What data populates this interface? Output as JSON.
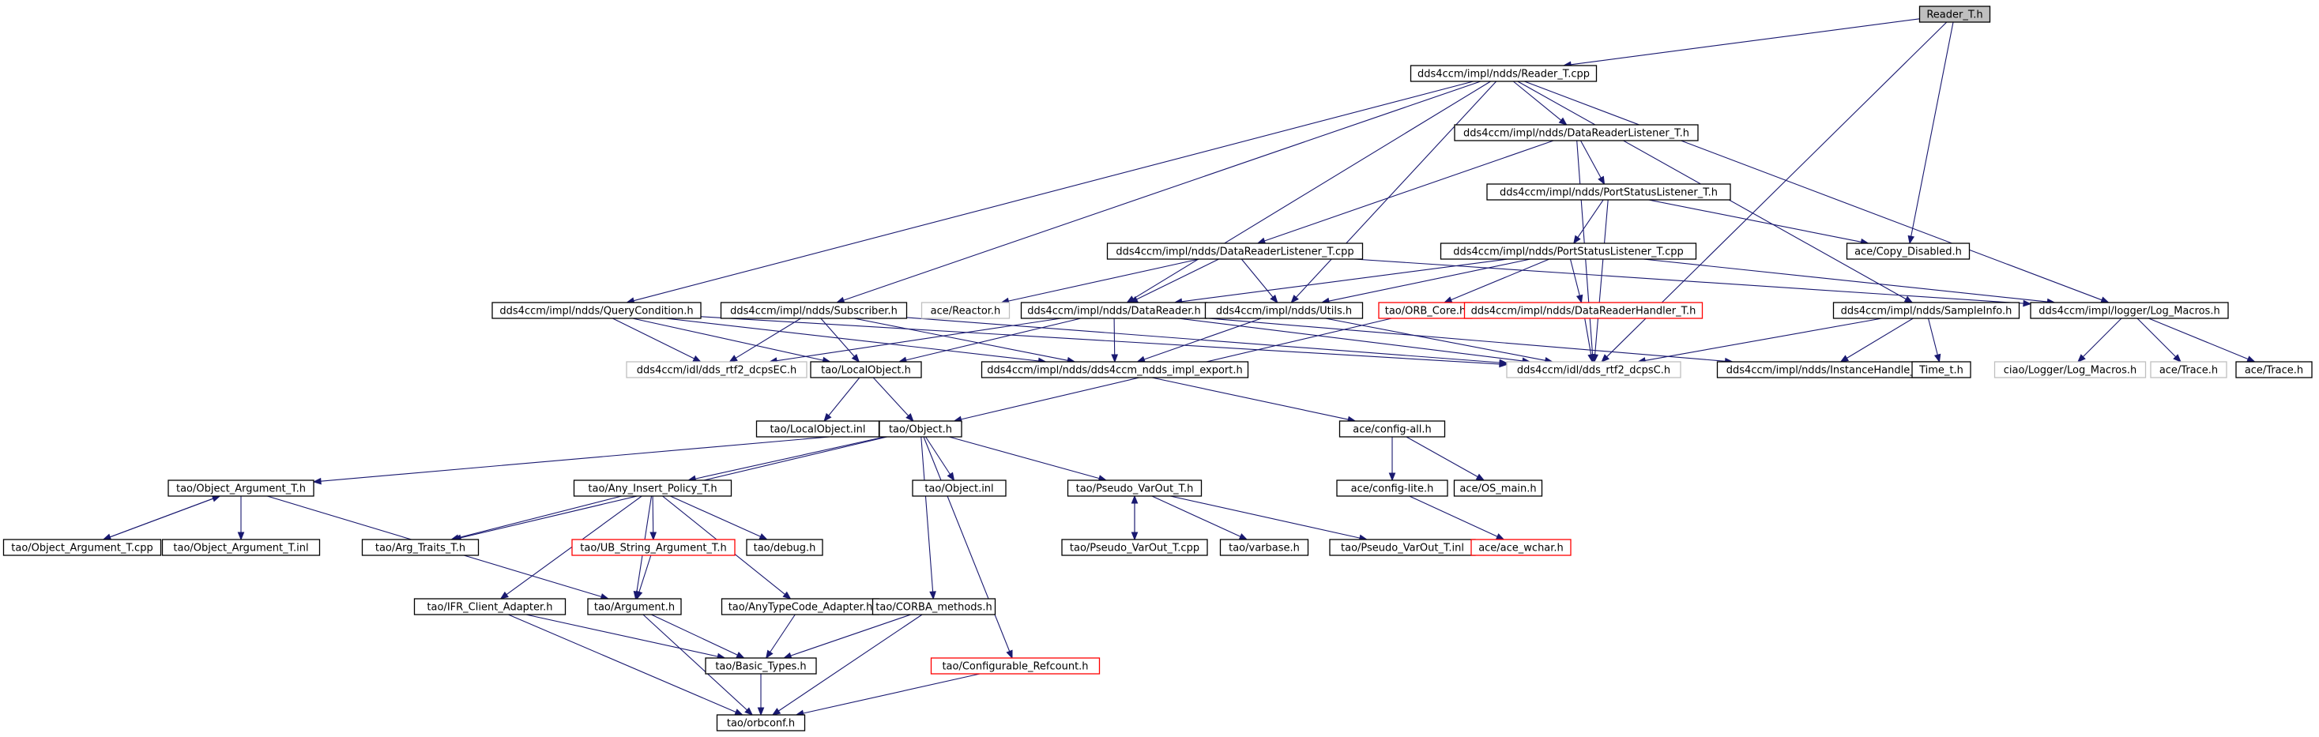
{
  "colors": {
    "edge": "#191970",
    "root_fill": "#bfbfbf",
    "normal_border": "#000000",
    "truncated_border": "#ff0000",
    "external_border": "#bfbfbf"
  },
  "nodes": [
    {
      "id": "reader_t_h",
      "label": "Reader_T.h",
      "style": "root"
    },
    {
      "id": "reader_t_cpp",
      "label": "dds4ccm/impl/ndds/Reader_T.cpp",
      "style": "normal"
    },
    {
      "id": "drl_t_h",
      "label": "dds4ccm/impl/ndds/DataReaderListener_T.h",
      "style": "normal"
    },
    {
      "id": "psl_t_h",
      "label": "dds4ccm/impl/ndds/PortStatusListener_T.h",
      "style": "normal"
    },
    {
      "id": "drl_t_cpp",
      "label": "dds4ccm/impl/ndds/DataReaderListener_T.cpp",
      "style": "normal"
    },
    {
      "id": "psl_t_cpp",
      "label": "dds4ccm/impl/ndds/PortStatusListener_T.cpp",
      "style": "normal"
    },
    {
      "id": "copy_disabled",
      "label": "ace/Copy_Disabled.h",
      "style": "normal"
    },
    {
      "id": "query_condition",
      "label": "dds4ccm/impl/ndds/QueryCondition.h",
      "style": "normal"
    },
    {
      "id": "subscriber",
      "label": "dds4ccm/impl/ndds/Subscriber.h",
      "style": "normal"
    },
    {
      "id": "ace_reactor",
      "label": "ace/Reactor.h",
      "style": "external"
    },
    {
      "id": "datareader",
      "label": "dds4ccm/impl/ndds/DataReader.h",
      "style": "normal"
    },
    {
      "id": "utils",
      "label": "dds4ccm/impl/ndds/Utils.h",
      "style": "normal"
    },
    {
      "id": "orb_core",
      "label": "tao/ORB_Core.h",
      "style": "truncated"
    },
    {
      "id": "dr_handler",
      "label": "dds4ccm/impl/ndds/DataReaderHandler_T.h",
      "style": "truncated"
    },
    {
      "id": "sampleinfo",
      "label": "dds4ccm/impl/ndds/SampleInfo.h",
      "style": "normal"
    },
    {
      "id": "log_macros",
      "label": "dds4ccm/impl/logger/Log_Macros.h",
      "style": "normal"
    },
    {
      "id": "rtf2_dcpsEC",
      "label": "dds4ccm/idl/dds_rtf2_dcpsEC.h",
      "style": "external"
    },
    {
      "id": "localobject_h",
      "label": "tao/LocalObject.h",
      "style": "normal"
    },
    {
      "id": "impl_export",
      "label": "dds4ccm/impl/ndds/dds4ccm_ndds_impl_export.h",
      "style": "normal"
    },
    {
      "id": "rtf2_dcpsC",
      "label": "dds4ccm/idl/dds_rtf2_dcpsC.h",
      "style": "external"
    },
    {
      "id": "instance_handle",
      "label": "dds4ccm/impl/ndds/InstanceHandle_t.h",
      "style": "normal"
    },
    {
      "id": "time_t",
      "label": "Time_t.h",
      "style": "normal"
    },
    {
      "id": "ciao_log_macros",
      "label": "ciao/Logger/Log_Macros.h",
      "style": "external"
    },
    {
      "id": "ace_trace_ext",
      "label": "ace/Trace.h",
      "style": "external"
    },
    {
      "id": "ace_trace",
      "label": "ace/Trace.h",
      "style": "normal"
    },
    {
      "id": "localobject_inl",
      "label": "tao/LocalObject.inl",
      "style": "normal"
    },
    {
      "id": "object_h",
      "label": "tao/Object.h",
      "style": "normal"
    },
    {
      "id": "config_all",
      "label": "ace/config-all.h",
      "style": "normal"
    },
    {
      "id": "object_argument_t_h",
      "label": "tao/Object_Argument_T.h",
      "style": "normal"
    },
    {
      "id": "any_insert_policy",
      "label": "tao/Any_Insert_Policy_T.h",
      "style": "normal"
    },
    {
      "id": "object_inl",
      "label": "tao/Object.inl",
      "style": "normal"
    },
    {
      "id": "pseudo_varout_h",
      "label": "tao/Pseudo_VarOut_T.h",
      "style": "normal"
    },
    {
      "id": "config_lite",
      "label": "ace/config-lite.h",
      "style": "normal"
    },
    {
      "id": "os_main",
      "label": "ace/OS_main.h",
      "style": "normal"
    },
    {
      "id": "object_argument_t_cpp",
      "label": "tao/Object_Argument_T.cpp",
      "style": "normal"
    },
    {
      "id": "object_argument_t_inl",
      "label": "tao/Object_Argument_T.inl",
      "style": "normal"
    },
    {
      "id": "arg_traits",
      "label": "tao/Arg_Traits_T.h",
      "style": "normal"
    },
    {
      "id": "ub_string_arg",
      "label": "tao/UB_String_Argument_T.h",
      "style": "truncated"
    },
    {
      "id": "debug_h",
      "label": "tao/debug.h",
      "style": "normal"
    },
    {
      "id": "pseudo_varout_cpp",
      "label": "tao/Pseudo_VarOut_T.cpp",
      "style": "normal"
    },
    {
      "id": "varbase",
      "label": "tao/varbase.h",
      "style": "normal"
    },
    {
      "id": "pseudo_varout_inl",
      "label": "tao/Pseudo_VarOut_T.inl",
      "style": "normal"
    },
    {
      "id": "ace_wchar",
      "label": "ace/ace_wchar.h",
      "style": "truncated"
    },
    {
      "id": "ifr_client_adapter",
      "label": "tao/IFR_Client_Adapter.h",
      "style": "normal"
    },
    {
      "id": "argument_h",
      "label": "tao/Argument.h",
      "style": "normal"
    },
    {
      "id": "anytypecode_adapter",
      "label": "tao/AnyTypeCode_Adapter.h",
      "style": "normal"
    },
    {
      "id": "corba_methods",
      "label": "tao/CORBA_methods.h",
      "style": "normal"
    },
    {
      "id": "basic_types",
      "label": "tao/Basic_Types.h",
      "style": "normal"
    },
    {
      "id": "configurable_refcount",
      "label": "tao/Configurable_Refcount.h",
      "style": "truncated"
    },
    {
      "id": "orbconf",
      "label": "tao/orbconf.h",
      "style": "normal"
    }
  ],
  "edges": [
    [
      "reader_t_h",
      "reader_t_cpp"
    ],
    [
      "reader_t_h",
      "copy_disabled"
    ],
    [
      "reader_t_h",
      "rtf2_dcpsC"
    ],
    [
      "reader_t_cpp",
      "drl_t_h"
    ],
    [
      "reader_t_cpp",
      "query_condition"
    ],
    [
      "reader_t_cpp",
      "subscriber"
    ],
    [
      "reader_t_cpp",
      "datareader"
    ],
    [
      "reader_t_cpp",
      "utils"
    ],
    [
      "reader_t_cpp",
      "sampleinfo"
    ],
    [
      "reader_t_cpp",
      "log_macros"
    ],
    [
      "drl_t_h",
      "psl_t_h"
    ],
    [
      "drl_t_h",
      "drl_t_cpp"
    ],
    [
      "drl_t_h",
      "rtf2_dcpsC"
    ],
    [
      "psl_t_h",
      "psl_t_cpp"
    ],
    [
      "psl_t_h",
      "copy_disabled"
    ],
    [
      "psl_t_h",
      "rtf2_dcpsC"
    ],
    [
      "drl_t_cpp",
      "ace_reactor"
    ],
    [
      "drl_t_cpp",
      "datareader"
    ],
    [
      "drl_t_cpp",
      "utils"
    ],
    [
      "drl_t_cpp",
      "log_macros"
    ],
    [
      "psl_t_cpp",
      "datareader"
    ],
    [
      "psl_t_cpp",
      "utils"
    ],
    [
      "psl_t_cpp",
      "orb_core"
    ],
    [
      "psl_t_cpp",
      "dr_handler"
    ],
    [
      "psl_t_cpp",
      "log_macros"
    ],
    [
      "query_condition",
      "rtf2_dcpsEC"
    ],
    [
      "query_condition",
      "localobject_h"
    ],
    [
      "query_condition",
      "impl_export"
    ],
    [
      "query_condition",
      "rtf2_dcpsC"
    ],
    [
      "subscriber",
      "rtf2_dcpsEC"
    ],
    [
      "subscriber",
      "localobject_h"
    ],
    [
      "subscriber",
      "impl_export"
    ],
    [
      "subscriber",
      "rtf2_dcpsC"
    ],
    [
      "datareader",
      "rtf2_dcpsEC"
    ],
    [
      "datareader",
      "localobject_h"
    ],
    [
      "datareader",
      "impl_export"
    ],
    [
      "datareader",
      "rtf2_dcpsC"
    ],
    [
      "datareader",
      "instance_handle"
    ],
    [
      "utils",
      "impl_export"
    ],
    [
      "utils",
      "rtf2_dcpsC"
    ],
    [
      "orb_core",
      "object_h"
    ],
    [
      "dr_handler",
      "rtf2_dcpsC"
    ],
    [
      "sampleinfo",
      "rtf2_dcpsC"
    ],
    [
      "sampleinfo",
      "instance_handle"
    ],
    [
      "sampleinfo",
      "time_t"
    ],
    [
      "log_macros",
      "ciao_log_macros"
    ],
    [
      "log_macros",
      "ace_trace_ext"
    ],
    [
      "log_macros",
      "ace_trace"
    ],
    [
      "localobject_h",
      "localobject_inl"
    ],
    [
      "localobject_h",
      "object_h"
    ],
    [
      "impl_export",
      "config_all"
    ],
    [
      "config_all",
      "config_lite"
    ],
    [
      "config_all",
      "os_main"
    ],
    [
      "config_lite",
      "ace_wchar"
    ],
    [
      "object_h",
      "object_argument_t_h"
    ],
    [
      "object_h",
      "any_insert_policy"
    ],
    [
      "object_h",
      "object_inl"
    ],
    [
      "object_h",
      "pseudo_varout_h"
    ],
    [
      "object_h",
      "arg_traits"
    ],
    [
      "object_h",
      "corba_methods"
    ],
    [
      "object_h",
      "configurable_refcount"
    ],
    [
      "object_argument_t_h",
      "object_argument_t_cpp"
    ],
    [
      "object_argument_t_h",
      "object_argument_t_inl"
    ],
    [
      "object_argument_t_h",
      "argument_h"
    ],
    [
      "object_argument_t_cpp",
      "object_argument_t_h"
    ],
    [
      "any_insert_policy",
      "arg_traits"
    ],
    [
      "any_insert_policy",
      "ub_string_arg"
    ],
    [
      "any_insert_policy",
      "debug_h"
    ],
    [
      "any_insert_policy",
      "ifr_client_adapter"
    ],
    [
      "any_insert_policy",
      "argument_h"
    ],
    [
      "any_insert_policy",
      "anytypecode_adapter"
    ],
    [
      "ub_string_arg",
      "argument_h"
    ],
    [
      "pseudo_varout_h",
      "pseudo_varout_cpp"
    ],
    [
      "pseudo_varout_h",
      "varbase"
    ],
    [
      "pseudo_varout_h",
      "pseudo_varout_inl"
    ],
    [
      "pseudo_varout_cpp",
      "pseudo_varout_h"
    ],
    [
      "ifr_client_adapter",
      "basic_types"
    ],
    [
      "ifr_client_adapter",
      "orbconf"
    ],
    [
      "argument_h",
      "basic_types"
    ],
    [
      "argument_h",
      "orbconf"
    ],
    [
      "anytypecode_adapter",
      "basic_types"
    ],
    [
      "corba_methods",
      "basic_types"
    ],
    [
      "corba_methods",
      "orbconf"
    ],
    [
      "basic_types",
      "orbconf"
    ],
    [
      "configurable_refcount",
      "orbconf"
    ]
  ]
}
